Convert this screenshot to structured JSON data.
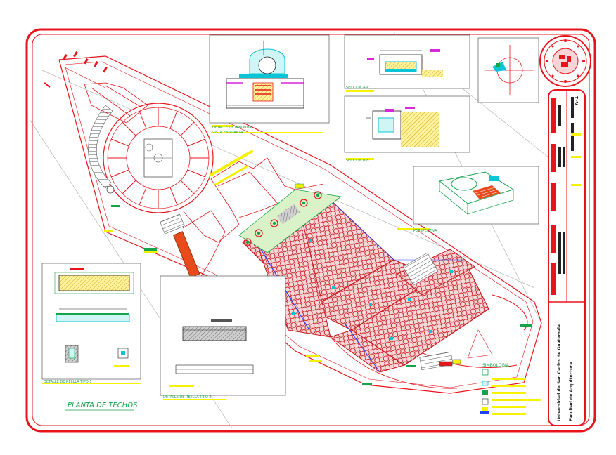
{
  "labels": {
    "detail_imbornal": "DETALLE DE IMBORNAL",
    "vista_planta": "VISTA EN PLANTA",
    "seccion_aa": "SECCION A-A'",
    "seccion_bb": "SECCION B-B'",
    "perspectiva": "PERSPECTIVA",
    "simbologia": "SIMBOLOGIA",
    "rejilla_tipo1": "DETALLE DE REJILLA TIPO 1",
    "rejilla_tipo2": "DETALLE DE REJILLA TIPO 2",
    "planta_techos": "PLANTA DE TECHOS"
  },
  "title_block": {
    "university": "Universidad de San Carlos de Guatemala",
    "faculty": "Facultad de Arquitectura",
    "sheet": "A-1"
  },
  "colors": {
    "border": "#e8141c",
    "roof_hatch": "#d9262a",
    "detail_green": "#16a34a",
    "detail_cyan": "#0bc5d6",
    "accent_yellow": "#f7f200",
    "line_blue": "#1e40ff",
    "magenta": "#d926d9"
  }
}
